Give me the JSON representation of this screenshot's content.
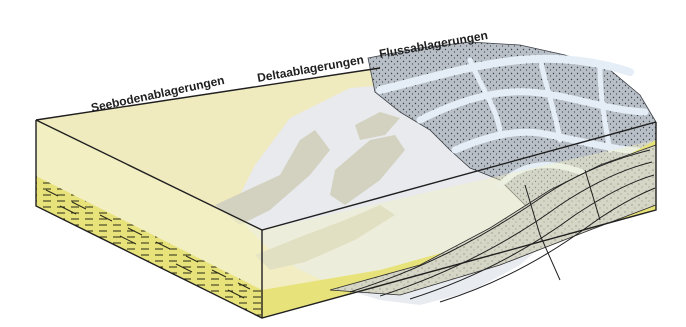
{
  "diagram": {
    "labels": {
      "lake": "Seebodenablagerungen",
      "delta": "Deltaablagerungen",
      "river": "Flussablagerungen"
    }
  }
}
